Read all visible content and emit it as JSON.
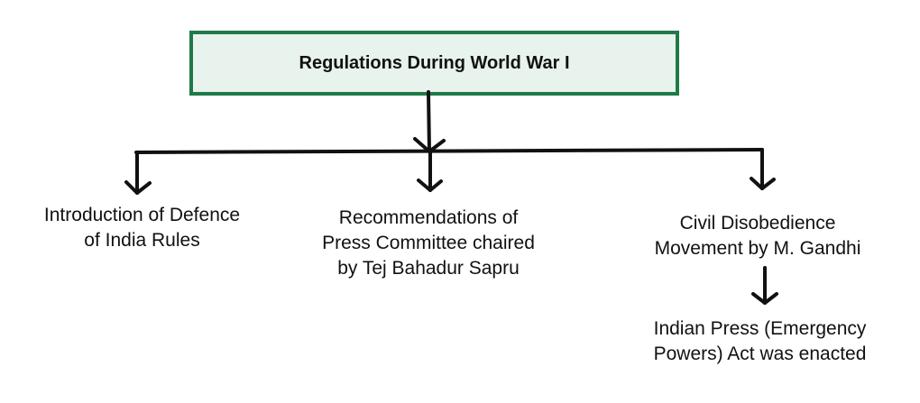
{
  "title": "Regulations During World War I",
  "colors": {
    "box_border": "#1f7a48",
    "box_fill": "#e7f3ec",
    "lines": "#111111"
  },
  "nodes": [
    {
      "text": "Introduction of Defence\nof India Rules"
    },
    {
      "text": "Recommendations of\nPress Committee chaired\nby Tej Bahadur Sapru"
    },
    {
      "text": "Civil Disobedience\nMovement by M. Gandhi"
    },
    {
      "text": "Indian Press (Emergency\nPowers) Act was enacted"
    }
  ]
}
